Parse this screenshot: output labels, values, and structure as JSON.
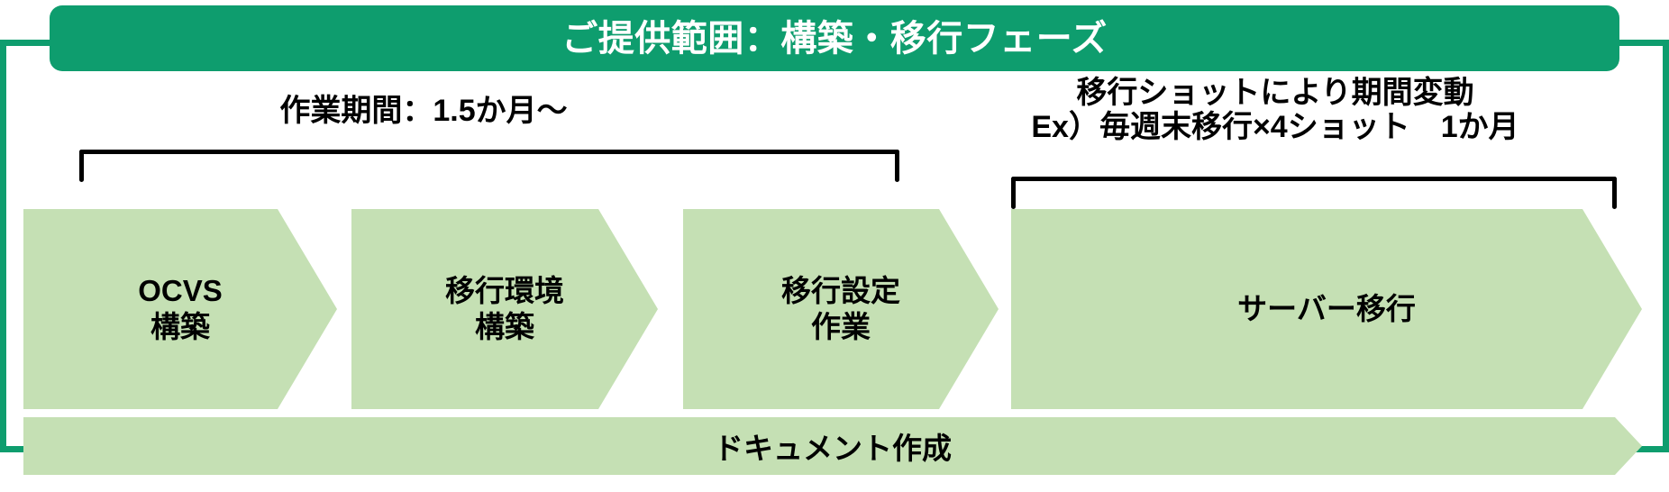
{
  "banner": {
    "title": "ご提供範囲：構築・移行フェーズ",
    "color": "#0E9D6E",
    "text_color": "#FFFFFF"
  },
  "frame": {
    "color": "#0E9D6E"
  },
  "annotations": [
    {
      "id": "work-period",
      "lines": [
        "作業期間：1.5か月～"
      ],
      "text": "作業期間：1.5か月～"
    },
    {
      "id": "migration-shots",
      "lines": [
        "移行ショットにより期間変動",
        "Ex）毎週末移行×4ショット　1か月"
      ],
      "line1": "移行ショットにより期間変動",
      "line2": "Ex）毎週末移行×4ショット　1か月"
    }
  ],
  "phases": [
    {
      "id": "ocvs-build",
      "label": "OCVS\n構築",
      "line1": "OCVS",
      "line2": "構築",
      "color": "#C5E0B4"
    },
    {
      "id": "migration-env",
      "label": "移行環境\n構築",
      "line1": "移行環境",
      "line2": "構築",
      "color": "#C5E0B4"
    },
    {
      "id": "migration-config",
      "label": "移行設定\n作業",
      "line1": "移行設定",
      "line2": "作業",
      "color": "#C5E0B4"
    },
    {
      "id": "server-migration",
      "label": "サーバー移行",
      "line1": "サーバー移行",
      "line2": "",
      "color": "#C5E0B4"
    }
  ],
  "document_bar": {
    "label": "ドキュメント作成",
    "color": "#C5E0B4"
  }
}
